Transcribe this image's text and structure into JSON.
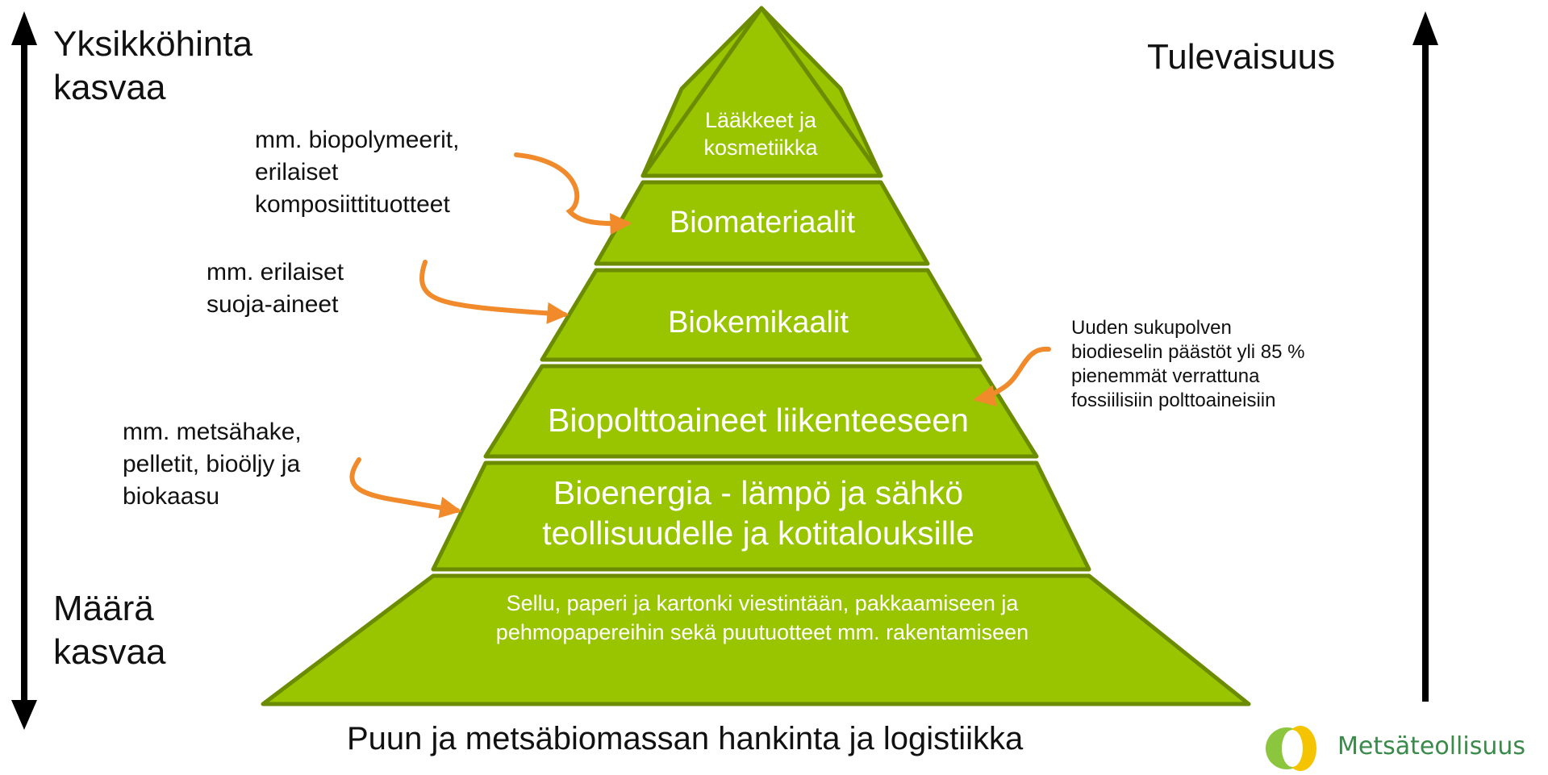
{
  "left_axis": {
    "top_label": "Yksikköhinta\nkasvaa",
    "bottom_label": "Määrä\nkasvaa"
  },
  "right_axis": {
    "label": "Tulevaisuus"
  },
  "pyramid": {
    "fill": "#99c400",
    "border": "#6b8c00",
    "tiers": [
      {
        "label": "Lääkkeet ja\nkosmetiikka"
      },
      {
        "label": "Biomateriaalit"
      },
      {
        "label": "Biokemikaalit"
      },
      {
        "label": "Biopolttoaineet liikenteeseen"
      },
      {
        "label": "Bioenergia - lämpö ja sähkö\nteollisuudelle ja kotitalouksille"
      },
      {
        "label": "Sellu, paperi ja kartonki viestintään, pakkaamiseen ja\npehmopapereihin sekä puutuotteet mm. rakentamiseen"
      }
    ]
  },
  "annotations": [
    {
      "text": "mm. biopolymeerit,\nerilaiset\nkomposiittituotteet"
    },
    {
      "text": "mm. erilaiset\nsuoja-aineet"
    },
    {
      "text": "mm. metsähake,\npelletit, bioöljy ja\nbiokaasu"
    },
    {
      "text": "Uuden sukupolven\nbiodieselin päästöt yli 85 %\npienemmät verrattuna\nfossiilisiin polttoaineisiin"
    }
  ],
  "arrow_color": "#f08a2a",
  "base_caption": "Puun ja metsäbiomassan hankinta ja logistiikka",
  "logo": {
    "text": "Metsäteollisuus",
    "colors": [
      "#8cc63f",
      "#f5c400"
    ]
  }
}
